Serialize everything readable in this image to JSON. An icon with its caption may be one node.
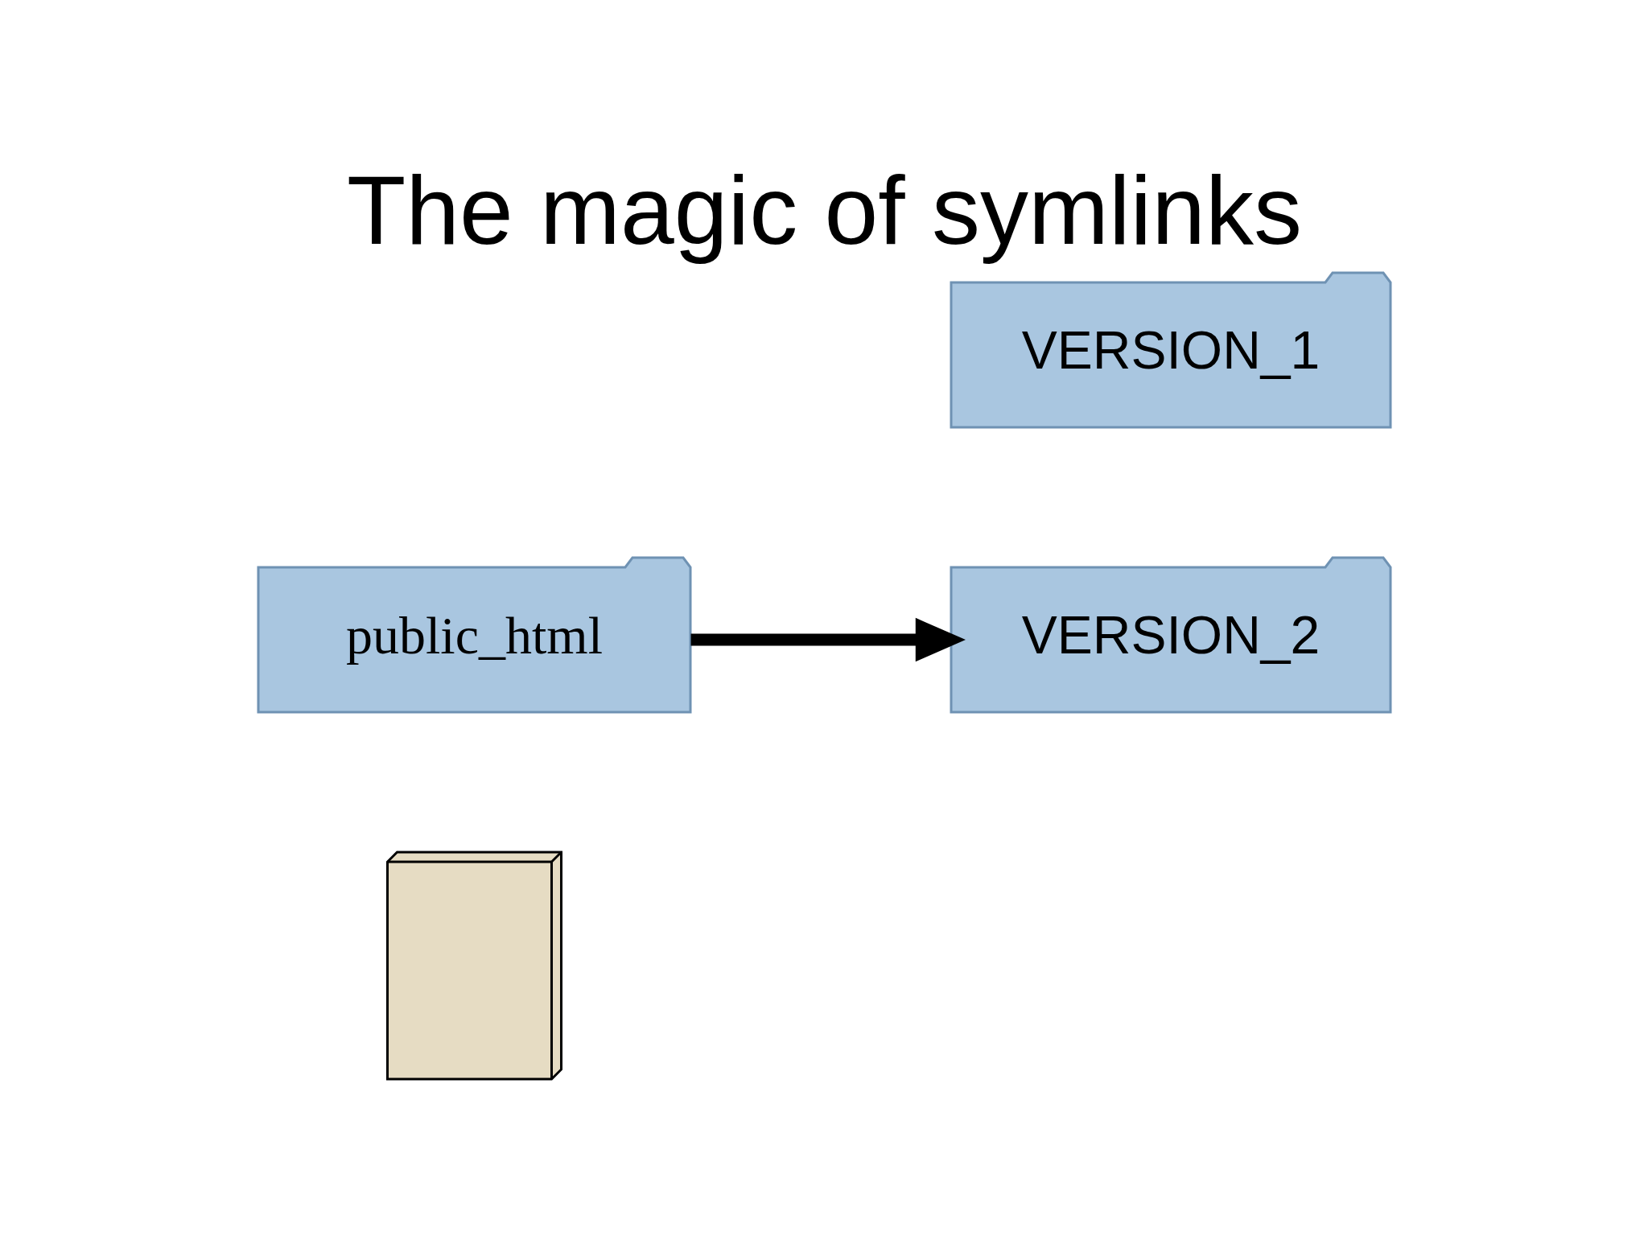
{
  "diagram": {
    "title": "The magic of symlinks",
    "nodes": [
      {
        "text": [],
        "shape": "server"
      },
      {
        "text": [
          "public_html"
        ]
      },
      {
        "text": [
          "VERSION_1"
        ]
      },
      {
        "text": [
          "VERSION_2"
        ]
      }
    ],
    "edges": [
      {
        "from": 1,
        "to": 3,
        "arrow": "to"
      }
    ]
  }
}
